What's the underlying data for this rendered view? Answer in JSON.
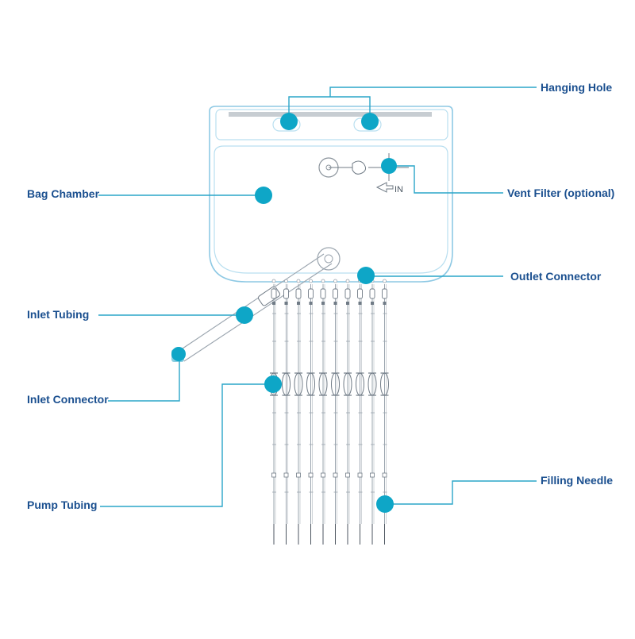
{
  "labels": {
    "hanging_hole": "Hanging Hole",
    "bag_chamber": "Bag Chamber",
    "vent_filter": "Vent Filter (optional)",
    "outlet_connector": "Outlet Connector",
    "inlet_tubing": "Inlet Tubing",
    "inlet_connector": "Inlet Connector",
    "pump_tubing": "Pump Tubing",
    "filling_needle": "Filling Needle",
    "in_marker": "IN"
  },
  "colors": {
    "label_text": "#1a4f8f",
    "callout_line": "#2aa6c9",
    "callout_dot": "#0ea6c7",
    "bag_outline": "#8ec9e4",
    "tubing": "#9aa4ae"
  },
  "needle_count": 10
}
